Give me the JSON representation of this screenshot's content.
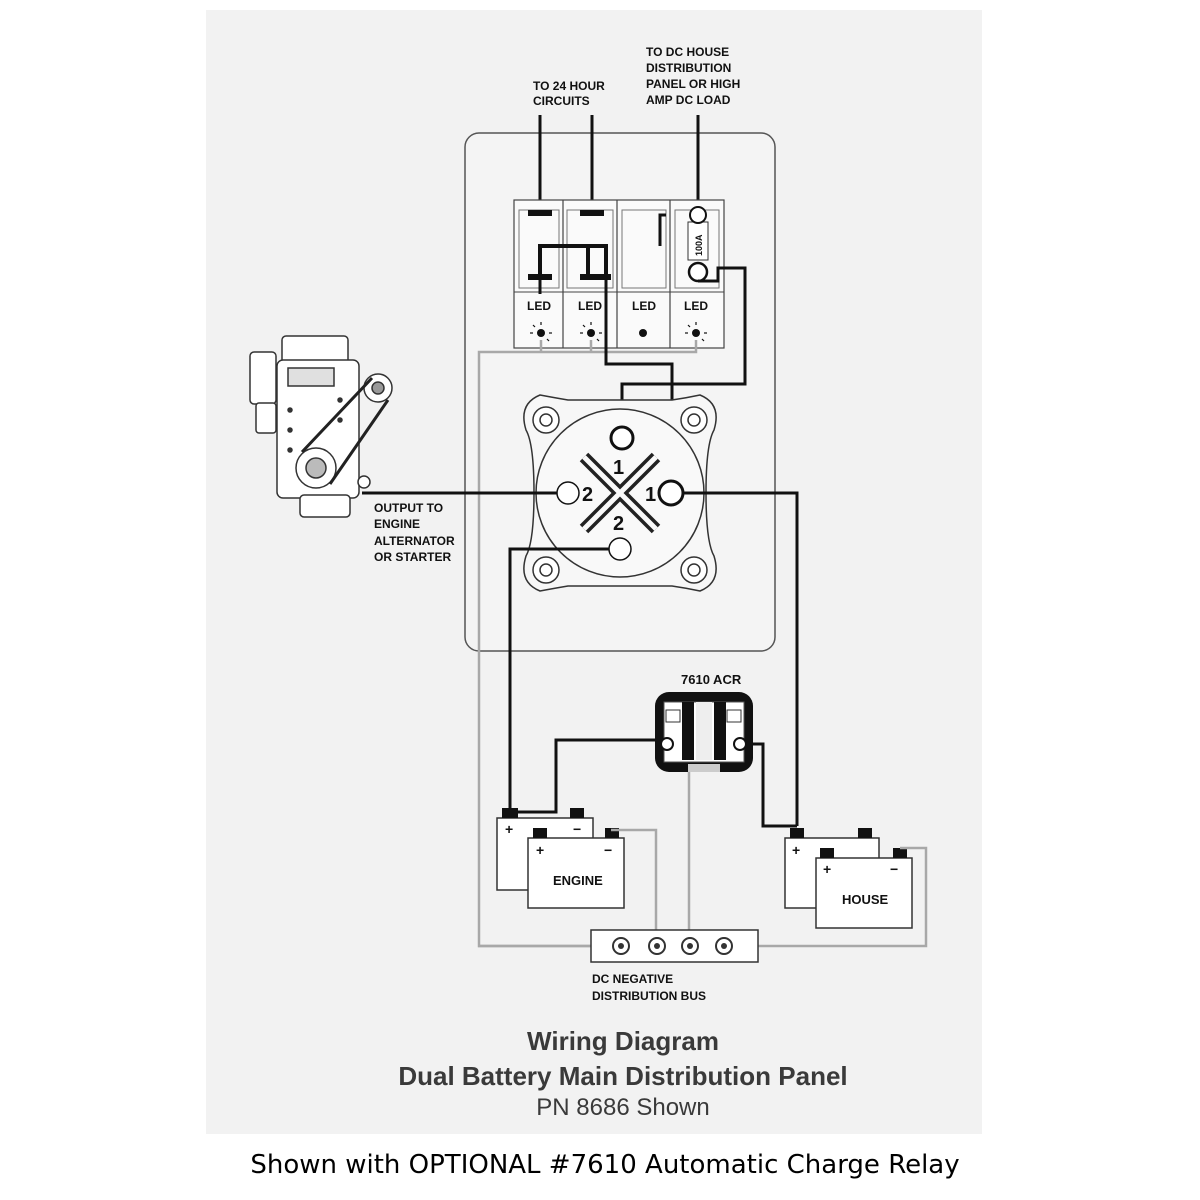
{
  "labels": {
    "to_24_hour": [
      "TO 24 HOUR",
      "CIRCUITS"
    ],
    "to_dc_house": [
      "TO DC HOUSE",
      "DISTRIBUTION",
      "PANEL OR HIGH",
      "AMP DC LOAD"
    ],
    "output_engine": [
      "OUTPUT TO",
      "ENGINE",
      "ALTERNATOR",
      "OR STARTER"
    ],
    "led": "LED",
    "fuse_rating": "100A",
    "switch_1": "1",
    "switch_2": "2",
    "acr": "7610 ACR",
    "engine_battery": "ENGINE",
    "house_battery": "HOUSE",
    "plus": "+",
    "minus": "−",
    "dc_negative": [
      "DC NEGATIVE",
      "DISTRIBUTION BUS"
    ]
  },
  "title": {
    "line1": "Wiring Diagram",
    "line2": "Dual Battery Main Distribution Panel",
    "line3": "PN 8686 Shown"
  },
  "caption": "Shown with OPTIONAL #7610 Automatic Charge Relay",
  "colors": {
    "background_panel": "#f2f2f2",
    "wire_positive": "#111111",
    "wire_negative": "#a8a8a8",
    "outline": "#333333"
  }
}
